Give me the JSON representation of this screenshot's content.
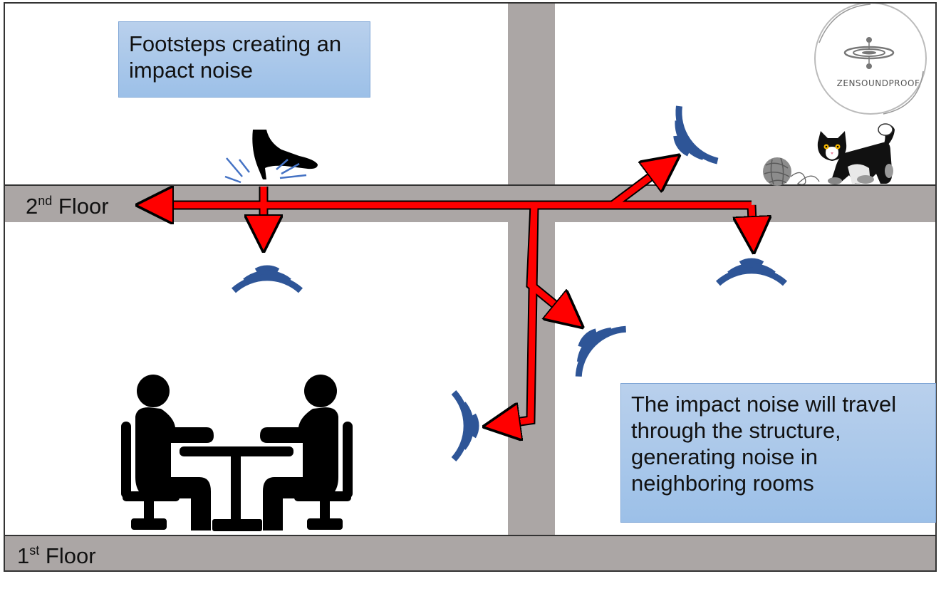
{
  "callouts": {
    "top": "Footsteps creating an impact noise",
    "bottom": "The impact noise will travel through the structure, generating noise in neighboring rooms"
  },
  "floors": {
    "second": {
      "number": "2",
      "suffix": "nd",
      "word": "Floor"
    },
    "first": {
      "number": "1",
      "suffix": "st",
      "word": "Floor"
    }
  },
  "logo": {
    "text": "ZENSOUNDPROOF"
  },
  "colors": {
    "structure": "#aba6a5",
    "arrow": "#ff0000",
    "sound_wave": "#2e5597",
    "callout_fill": "#a9c6ea",
    "silhouette": "#000000"
  },
  "icons": [
    "high-heel-shoe-icon",
    "cat-icon",
    "yarn-ball-icon",
    "sound-wave-icon",
    "people-at-table-icon",
    "logo-icon"
  ]
}
